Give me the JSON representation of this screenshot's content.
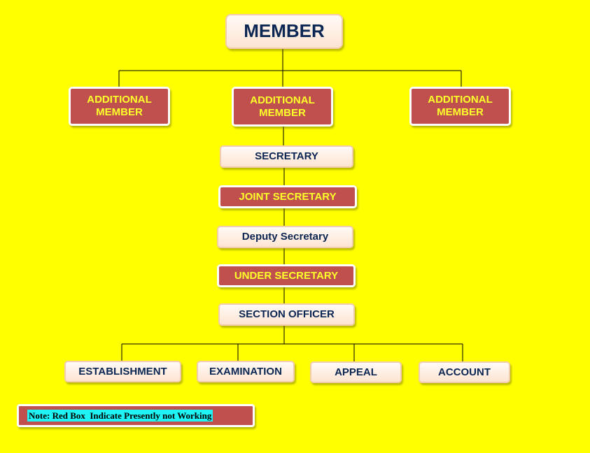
{
  "top": {
    "label": "MEMBER"
  },
  "additional_members": [
    {
      "label": "ADDITIONAL MEMBER",
      "status": "not-working"
    },
    {
      "label": "ADDITIONAL MEMBER",
      "status": "not-working"
    },
    {
      "label": "ADDITIONAL MEMBER",
      "status": "not-working"
    }
  ],
  "chain": [
    {
      "label": "SECRETARY",
      "status": "working"
    },
    {
      "label": "JOINT SECRETARY",
      "status": "not-working"
    },
    {
      "label": "Deputy Secretary",
      "status": "working"
    },
    {
      "label": "UNDER SECRETARY",
      "status": "not-working"
    },
    {
      "label": "SECTION OFFICER",
      "status": "working"
    }
  ],
  "sections": [
    {
      "label": "ESTABLISHMENT"
    },
    {
      "label": "EXAMINATION"
    },
    {
      "label": "APPEAL"
    },
    {
      "label": "ACCOUNT"
    }
  ],
  "note": {
    "text": "Note: Red Box  Indicate Presently not Working"
  },
  "colors": {
    "background": "#ffff00",
    "red_box": "#c0504d",
    "red_text": "#ffff2a",
    "light_text": "#0c2653",
    "note_highlight": "#1ff3f3"
  }
}
